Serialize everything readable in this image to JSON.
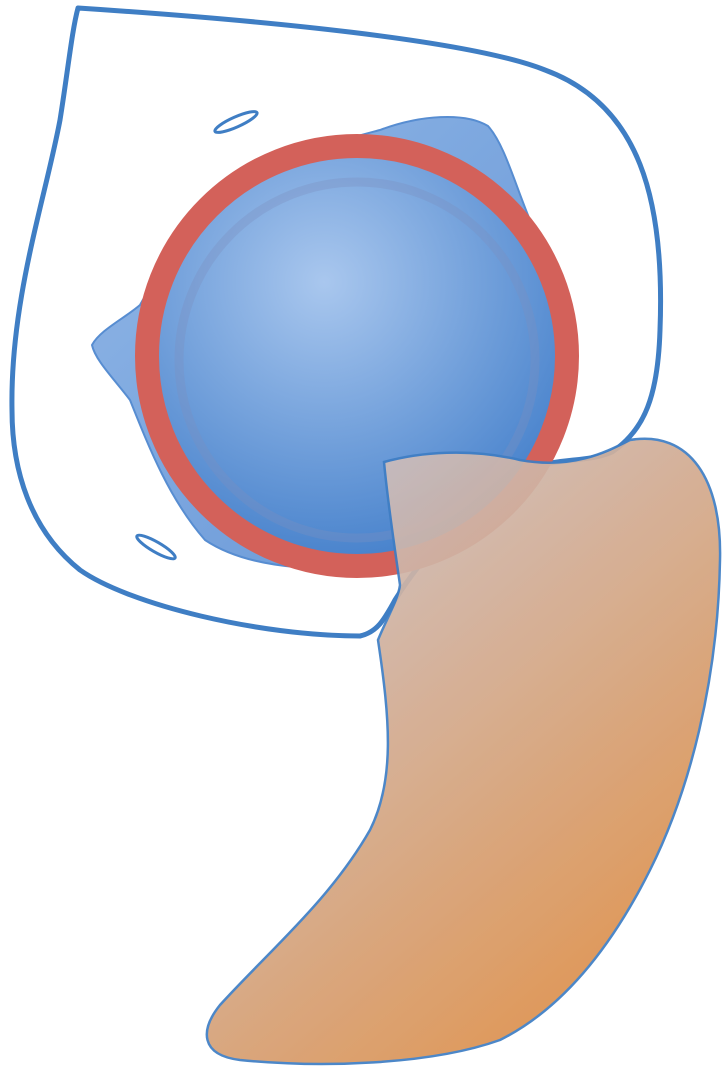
{
  "figure": {
    "kind": "anatomical-illustration",
    "elements": [
      "outer-outline",
      "upper-slit",
      "lower-slit",
      "blue-patch",
      "blue-disc",
      "red-ring",
      "orange-tail"
    ]
  },
  "colors": {
    "outline_stroke": "#3f7ec4",
    "patch_fill": "#6f9fdb",
    "disc_light": "#a9c7ee",
    "disc_dark": "#3f7cc9",
    "ring_stroke": "#d3615a",
    "tail_light": "#c9c3cc",
    "tail_dark": "#e08a3c",
    "background": "#ffffff"
  }
}
